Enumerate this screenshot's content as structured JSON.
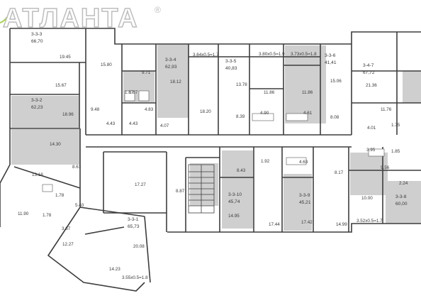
{
  "watermark": {
    "text": "АТЛАНТА",
    "mark": "®"
  },
  "colors": {
    "apartment_fill": "#cfcfcf",
    "wall": "#3d3d3d",
    "background": "#ffffff",
    "accent": "#9ed24a"
  },
  "apartments": [
    {
      "code": "3-3-3",
      "area": "66,70"
    },
    {
      "code": "3-3-2",
      "area": "62,23"
    },
    {
      "code": "3-3-4",
      "area": "62,93"
    },
    {
      "code": "3-3-5",
      "area": "40,83"
    },
    {
      "code": "3-3-6",
      "area": "41,41"
    },
    {
      "code": "3-4-7",
      "area": "67,72"
    },
    {
      "code": "3-3-10",
      "area": "45,74"
    },
    {
      "code": "3-3-9",
      "area": "45,21"
    },
    {
      "code": "3-3-8",
      "area": "60,00"
    },
    {
      "code": "3-3-1",
      "area": "65,73"
    }
  ],
  "room_areas": [
    "19.45",
    "15.67",
    "15.80",
    "9.71",
    "1.87",
    "1.87",
    "4.83",
    "9.48",
    "4.43",
    "4.43",
    "18.96",
    "14.30",
    "8.61",
    "13.18",
    "1.78",
    "1.78",
    "5.40",
    "11.90",
    "3.67",
    "12.27",
    "18.12",
    "18.20",
    "4.07",
    "3.64x0.5=1.7",
    "13.78",
    "8.39",
    "11.86",
    "4.90",
    "3.80x0.5=1.9",
    "3.73x0.5=1.8",
    "11.86",
    "4.61",
    "15.06",
    "8.08",
    "21.36",
    "11.76",
    "4.01",
    "1.75",
    "3.95",
    "1.85",
    "9.56",
    "2.24",
    "10.00",
    "17.27",
    "8.87",
    "8.43",
    "1.92",
    "4.63",
    "8.17",
    "14.95",
    "17.44",
    "17.42",
    "14.99",
    "3.52x0.5=1.7",
    "20.08",
    "14.23",
    "3.55x0.5=1.8"
  ]
}
